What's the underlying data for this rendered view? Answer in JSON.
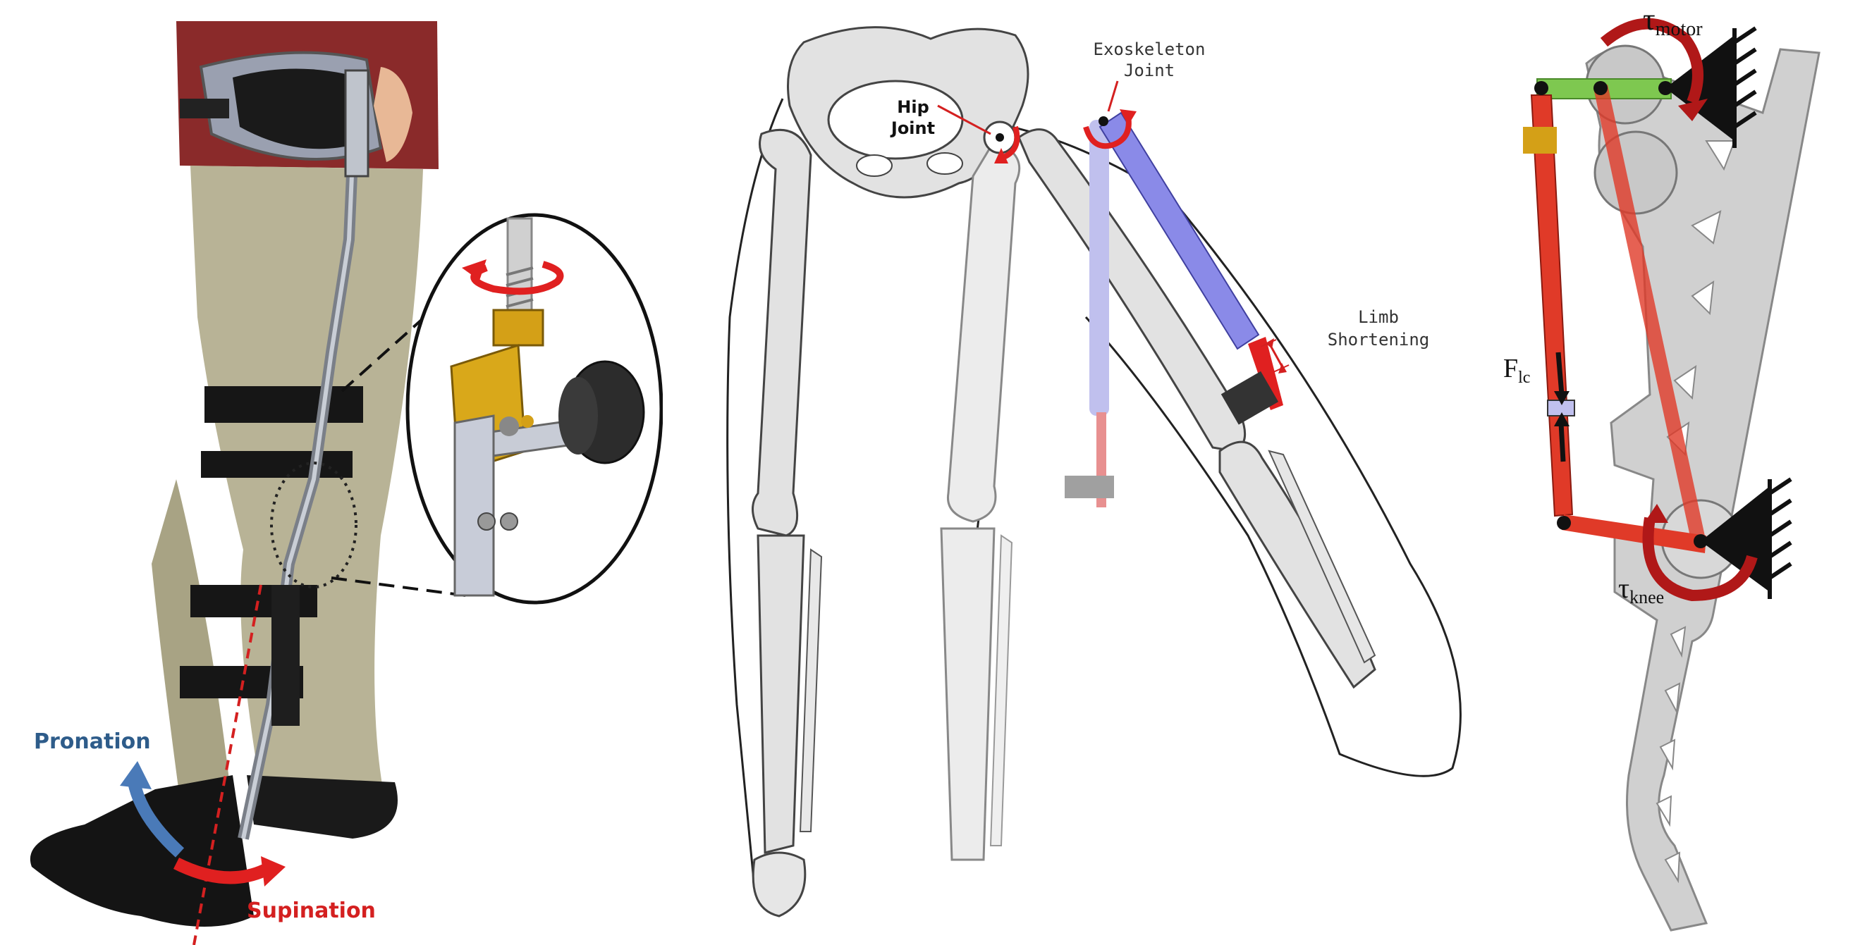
{
  "photo_panel": {
    "pronation_label": "Pronation",
    "supination_label": "Supination",
    "colors": {
      "pronation": "#2e5c8a",
      "supination": "#d42020"
    }
  },
  "skeleton_panel": {
    "hip_joint_label_line1": "Hip",
    "hip_joint_label_line2": "Joint",
    "exo_joint_label_line1": "Exoskeleton",
    "exo_joint_label_line2": "Joint",
    "limb_shortening_line1": "Limb",
    "limb_shortening_line2": "Shortening",
    "colors": {
      "exo_link": "#8a8ae8",
      "exo_link_pale": "#c0c0ee",
      "rotation_arrow": "#e02020"
    }
  },
  "mechanism_panel": {
    "tau_motor_symbol": "τ",
    "tau_motor_subscript": "motor",
    "tau_knee_symbol": "τ",
    "tau_knee_subscript": "knee",
    "f_lc_symbol": "F",
    "f_lc_subscript": "lc",
    "colors": {
      "torque_arrow": "#b01818",
      "link": "#e03a28",
      "green_link": "#7ec850"
    }
  }
}
